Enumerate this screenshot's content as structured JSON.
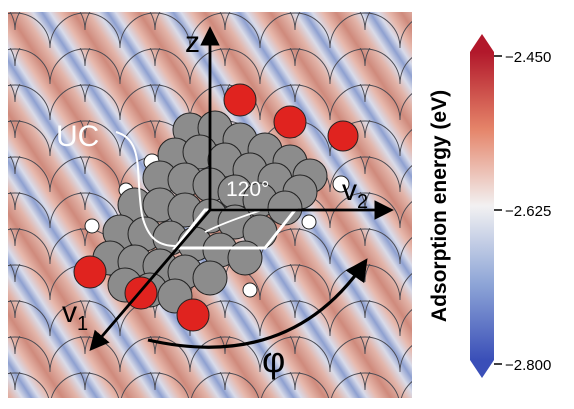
{
  "labels": {
    "z": "z",
    "v1": "v",
    "v1_sub": "1",
    "v2": "v",
    "v2_sub": "2",
    "uc": "UC",
    "angle": "120°",
    "phi": "φ"
  },
  "colorbar": {
    "title": "Adsorption energy (eV)",
    "ticks": [
      "−2.450",
      "−2.625",
      "−2.800"
    ],
    "max": -2.45,
    "mid": -2.625,
    "min": -2.8,
    "colors": [
      "#b2182b",
      "#ef8a62",
      "#f7f7f7",
      "#91a6d8",
      "#3b4cc0"
    ]
  }
}
